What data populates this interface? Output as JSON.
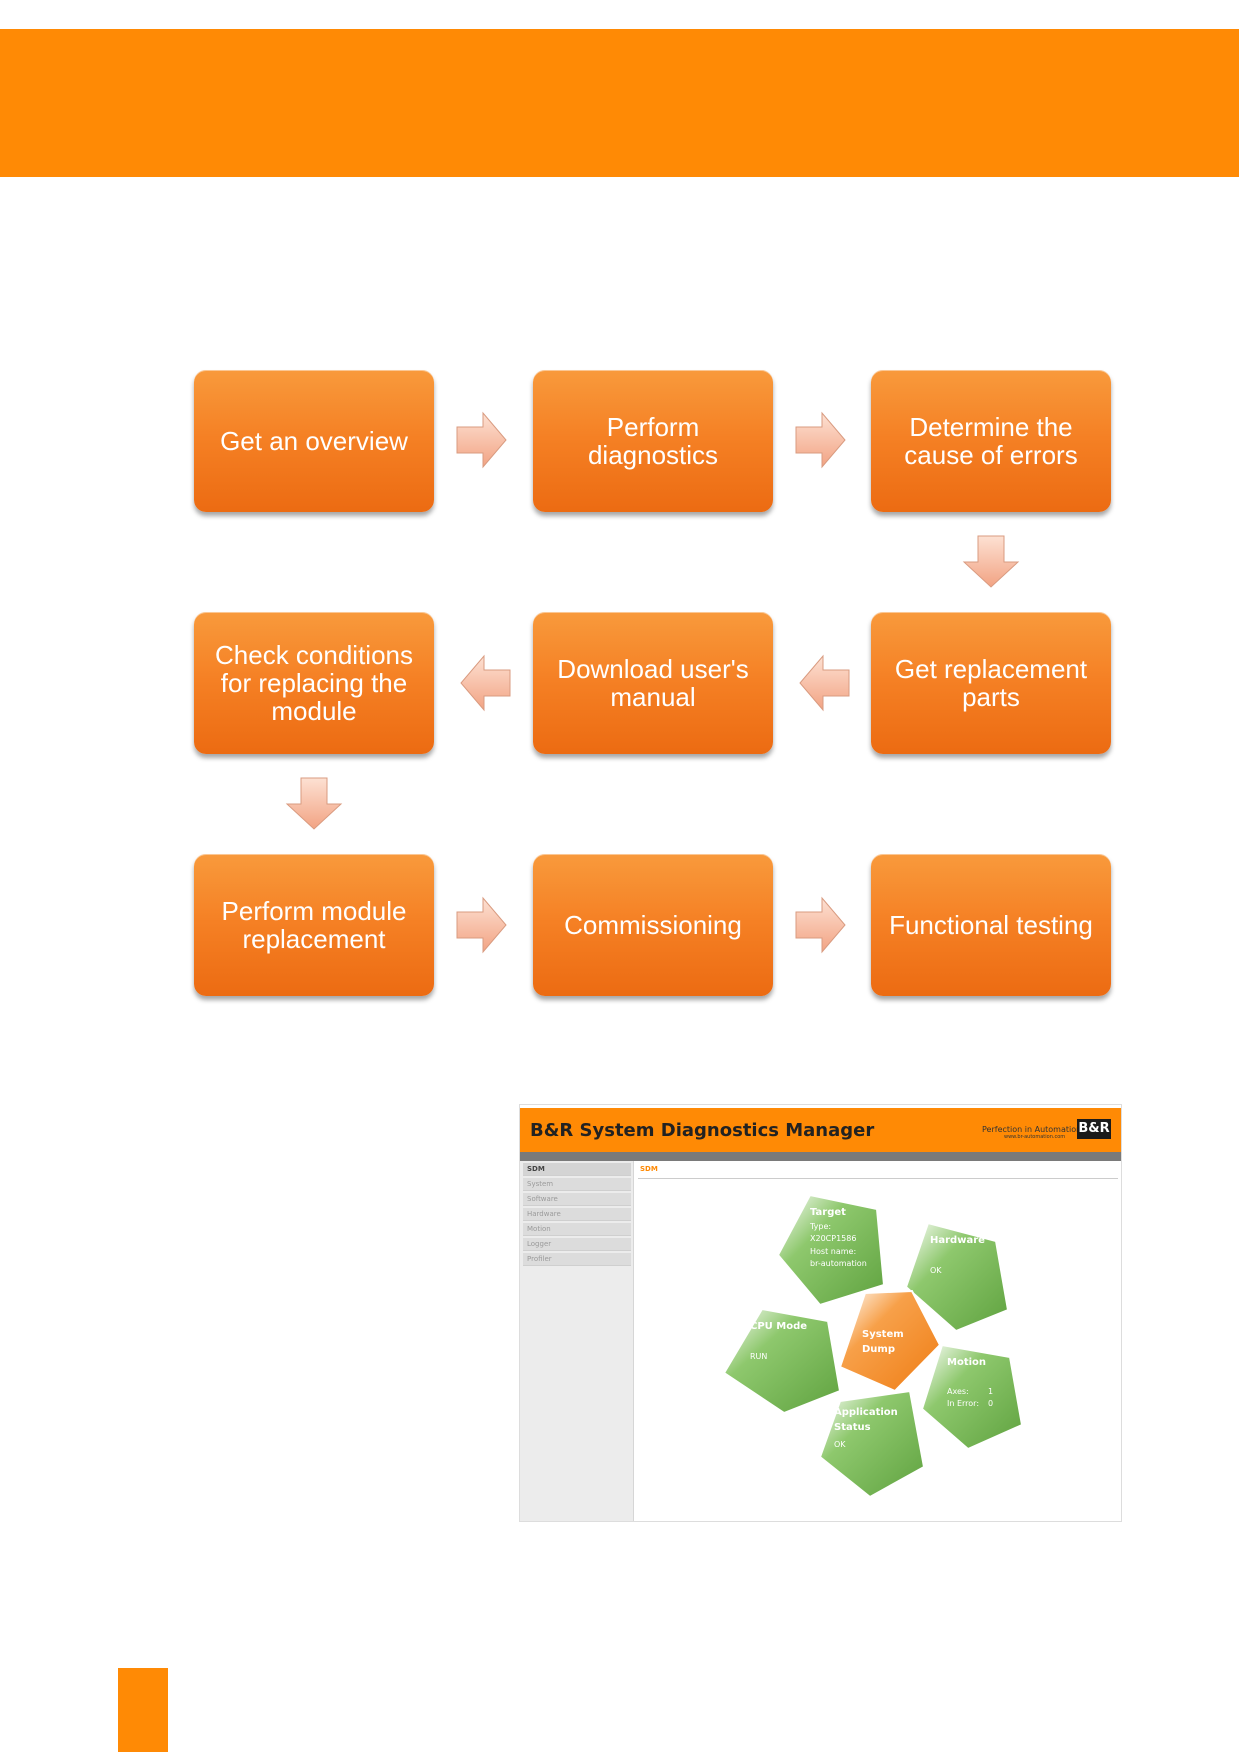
{
  "flow": {
    "steps": [
      "Get an overview",
      "Perform diagnostics",
      "Determine the cause of errors",
      "Get replacement parts",
      "Download user's manual",
      "Check conditions for replacing the module",
      "Perform module replacement",
      "Commissioning",
      "Functional testing"
    ]
  },
  "sdm": {
    "title": "B&R System Diagnostics Manager",
    "slogan": "Perfection in Automation",
    "url": "www.br-automation.com",
    "logo": "B&R",
    "nav": [
      "SDM",
      "System",
      "Software",
      "Hardware",
      "Motion",
      "Logger",
      "Profiler"
    ],
    "breadcrumb": "SDM",
    "tiles": {
      "target": {
        "title": "Target",
        "type_label": "Type:",
        "type_value": "X20CP1586",
        "host_label": "Host name:",
        "host_value": "br-automation"
      },
      "hardware": {
        "title": "Hardware",
        "status": "OK"
      },
      "cpu_mode": {
        "title": "CPU Mode",
        "status": "RUN"
      },
      "system_dump": {
        "line1": "System",
        "line2": "Dump"
      },
      "motion": {
        "title": "Motion",
        "axes_label": "Axes:",
        "axes_value": "1",
        "error_label": "In Error:",
        "error_value": "0"
      },
      "application": {
        "line1": "Application",
        "line2": "Status",
        "status": "OK"
      }
    }
  },
  "colors": {
    "accent": "#ff8a05",
    "tile_green": "#7dbb5a",
    "arrow": "#f6b89a"
  }
}
